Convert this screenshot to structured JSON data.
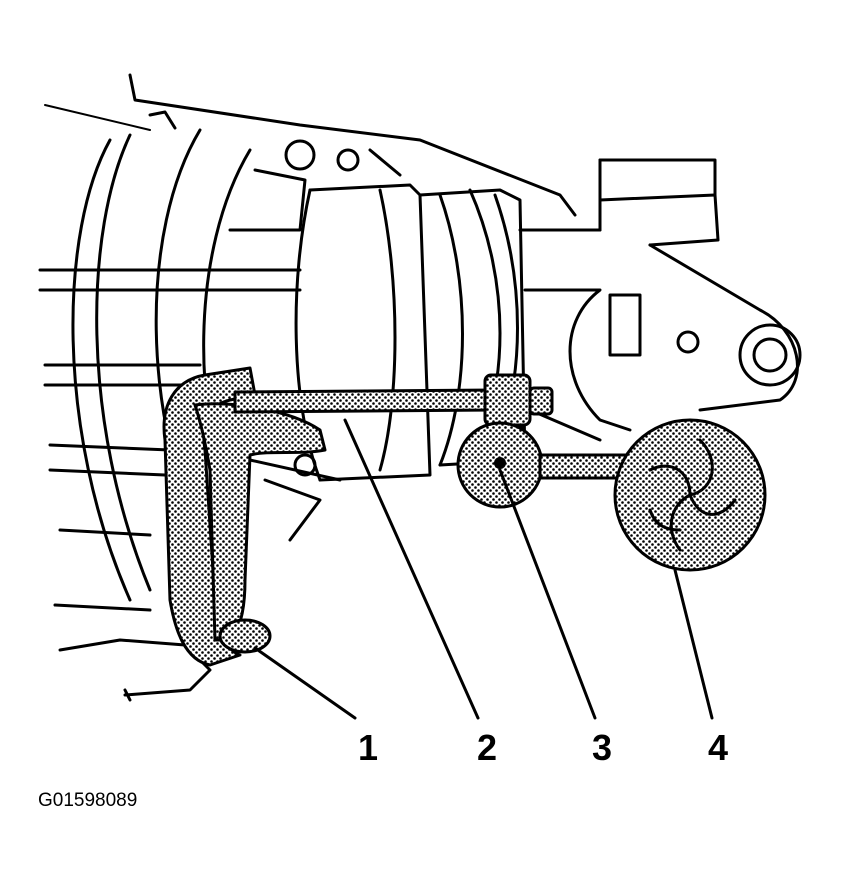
{
  "figure": {
    "callouts": [
      {
        "label": "1"
      },
      {
        "label": "2"
      },
      {
        "label": "3"
      },
      {
        "label": "4"
      }
    ],
    "figure_id": "G01598089"
  },
  "colors": {
    "line": "#000000",
    "background": "#ffffff",
    "tool_fill": "#9a9a9a"
  }
}
